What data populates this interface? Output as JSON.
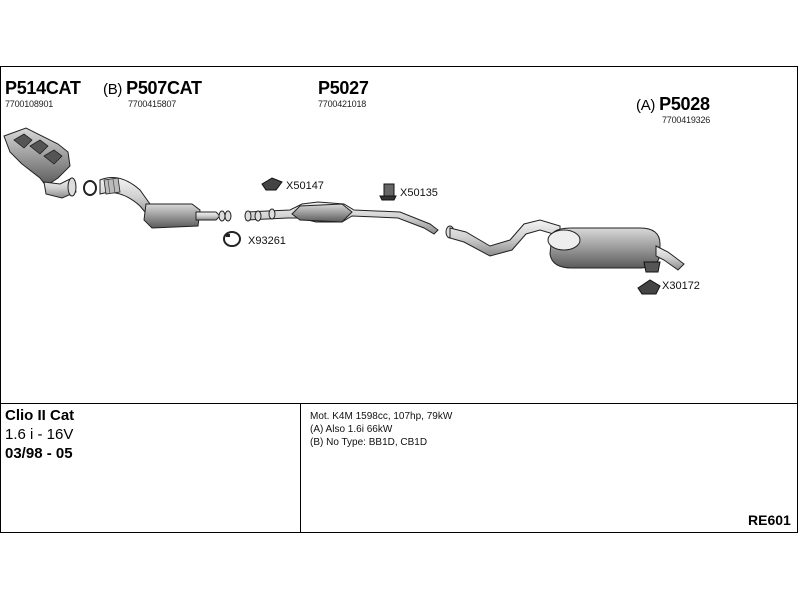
{
  "parts": [
    {
      "prefix": "",
      "code": "P514CAT",
      "number": "7700108901"
    },
    {
      "prefix": "(B)",
      "code": "P507CAT",
      "number": "7700415807"
    },
    {
      "prefix": "",
      "code": "P5027",
      "number": "7700421018"
    },
    {
      "prefix": "(A)",
      "code": "P5028",
      "number": "7700419326"
    }
  ],
  "fittings": [
    "X50147",
    "X50135",
    "X93261",
    "X30172"
  ],
  "vehicle": {
    "model": "Clio II Cat",
    "engine": "1.6 i - 16V",
    "years": "03/98 - 05"
  },
  "notes": [
    "Mot. K4M 1598cc, 107hp, 79kW",
    "(A) Also 1.6i 66kW",
    "(B) No Type: BB1D, CB1D"
  ],
  "reference": "RE601"
}
